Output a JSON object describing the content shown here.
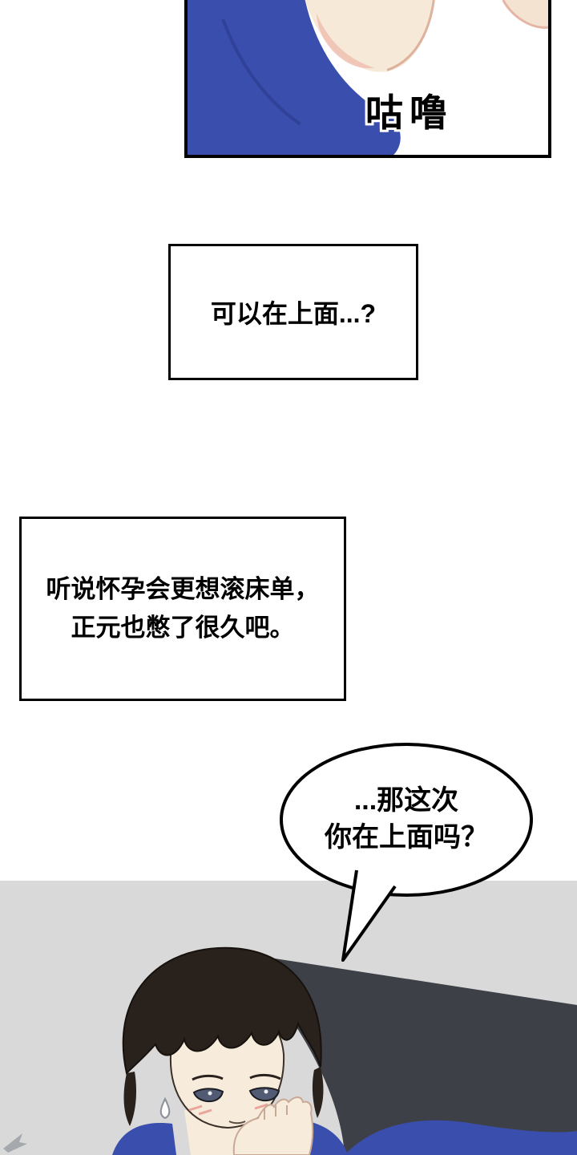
{
  "comic": {
    "sfx_top": "咕噜",
    "caption_1": "可以在上面...?",
    "caption_2": {
      "line1": "听说怀孕会更想滚床单，",
      "line2": "正元也憋了很久吧。"
    },
    "bubble": {
      "line1": "...那这次",
      "line2": "你在上面吗？"
    }
  },
  "colors": {
    "panel_border": "#000000",
    "jacket_blue": "#3a4eae",
    "skin": "#f6e9d8",
    "blush_pink": "#efc0b2",
    "room_gray": "#d9d9d9",
    "dark_surface": "#3d4046",
    "hair_brown": "#29211b"
  }
}
